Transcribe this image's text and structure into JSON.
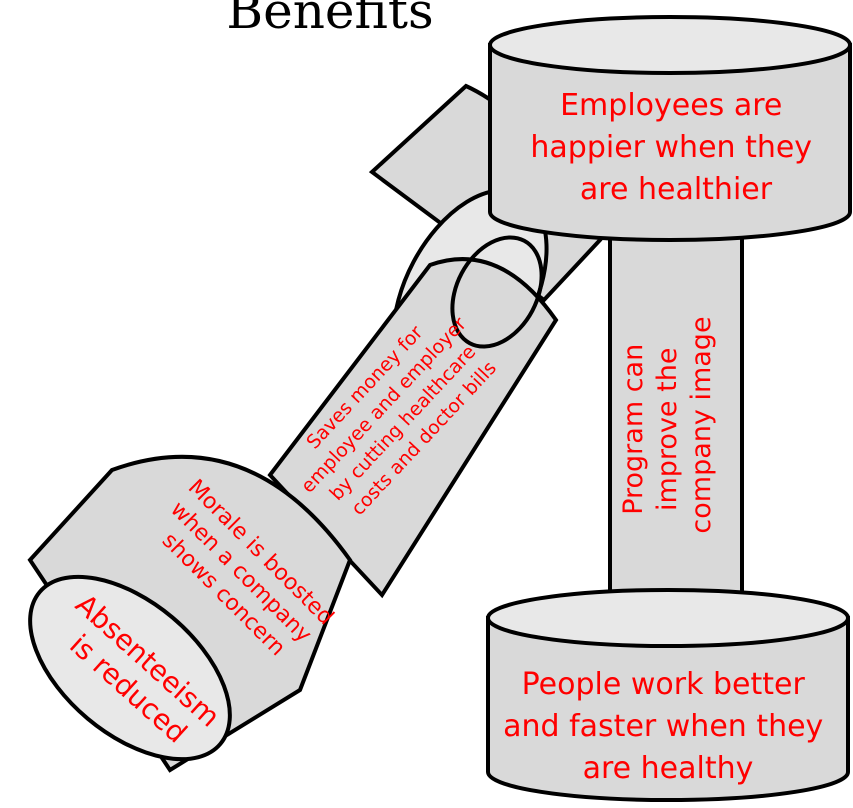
{
  "title": "Benefits",
  "colors": {
    "text_accent": "#ff0000",
    "shape_fill": "#d9d9d9",
    "face_fill": "#e8e8e8",
    "outline": "#000000"
  },
  "labels": {
    "top_plate": [
      "Employees are",
      "happier when they",
      "are healthier"
    ],
    "bottom_plate": [
      "People work better",
      "and faster when they",
      "are healthy"
    ],
    "vertical_bar": [
      "Program can",
      "improve the",
      "company image"
    ],
    "diagonal_bar": [
      "Saves money for",
      "employee and employer",
      "by cutting healthcare",
      "costs and doctor bills"
    ],
    "left_plate_side": [
      "Morale is boosted",
      "when a company",
      "shows concern"
    ],
    "left_plate_face": [
      "Absenteeism",
      "is reduced"
    ]
  }
}
